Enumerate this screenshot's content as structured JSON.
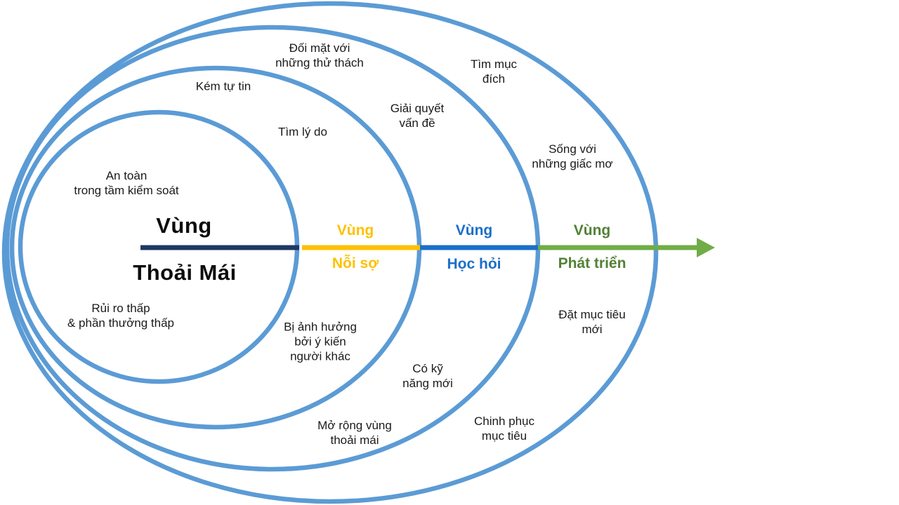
{
  "colors": {
    "circle": "#5B9BD5",
    "comfort_axis": "#1F3864",
    "comfort_title": "#0d0d0d",
    "fear": "#FFC000",
    "learning": "#1B6FC8",
    "growth_arrow": "#70AD47",
    "growth_title": "#538135"
  },
  "zones": {
    "comfort": {
      "title_top": "Vùng",
      "title_bottom": "Thoải Mái",
      "items": {
        "an_toan": "An toàn\ntrong tầm kiểm soát",
        "rui_ro": "Rủi ro thấp\n& phần thưởng thấp"
      }
    },
    "fear": {
      "title_top": "Vùng",
      "title_bottom": "Nỗi sợ",
      "items": {
        "kem_tu_tin": "Kém tự tin",
        "tim_ly_do": "Tìm lý do",
        "bi_anh_huong": "Bị ảnh hưởng\nbởi ý kiến\nngười khác",
        "mo_rong": "Mở rộng vùng\nthoải mái"
      }
    },
    "learning": {
      "title_top": "Vùng",
      "title_bottom": "Học hỏi",
      "items": {
        "doi_mat": "Đối mặt với\nnhững thử thách",
        "giai_quyet": "Giải quyết\nvấn đề",
        "co_ky_nang": "Có kỹ\nnăng mới",
        "chinh_phuc": "Chinh phục\nmục tiêu"
      }
    },
    "growth": {
      "title_top": "Vùng",
      "title_bottom": "Phát triển",
      "items": {
        "tim_muc_dich": "Tìm mục\nđích",
        "song_voi": "Sống với\nnhững giấc mơ",
        "dat_muc_tieu": "Đặt mục tiêu\nmới"
      }
    }
  }
}
